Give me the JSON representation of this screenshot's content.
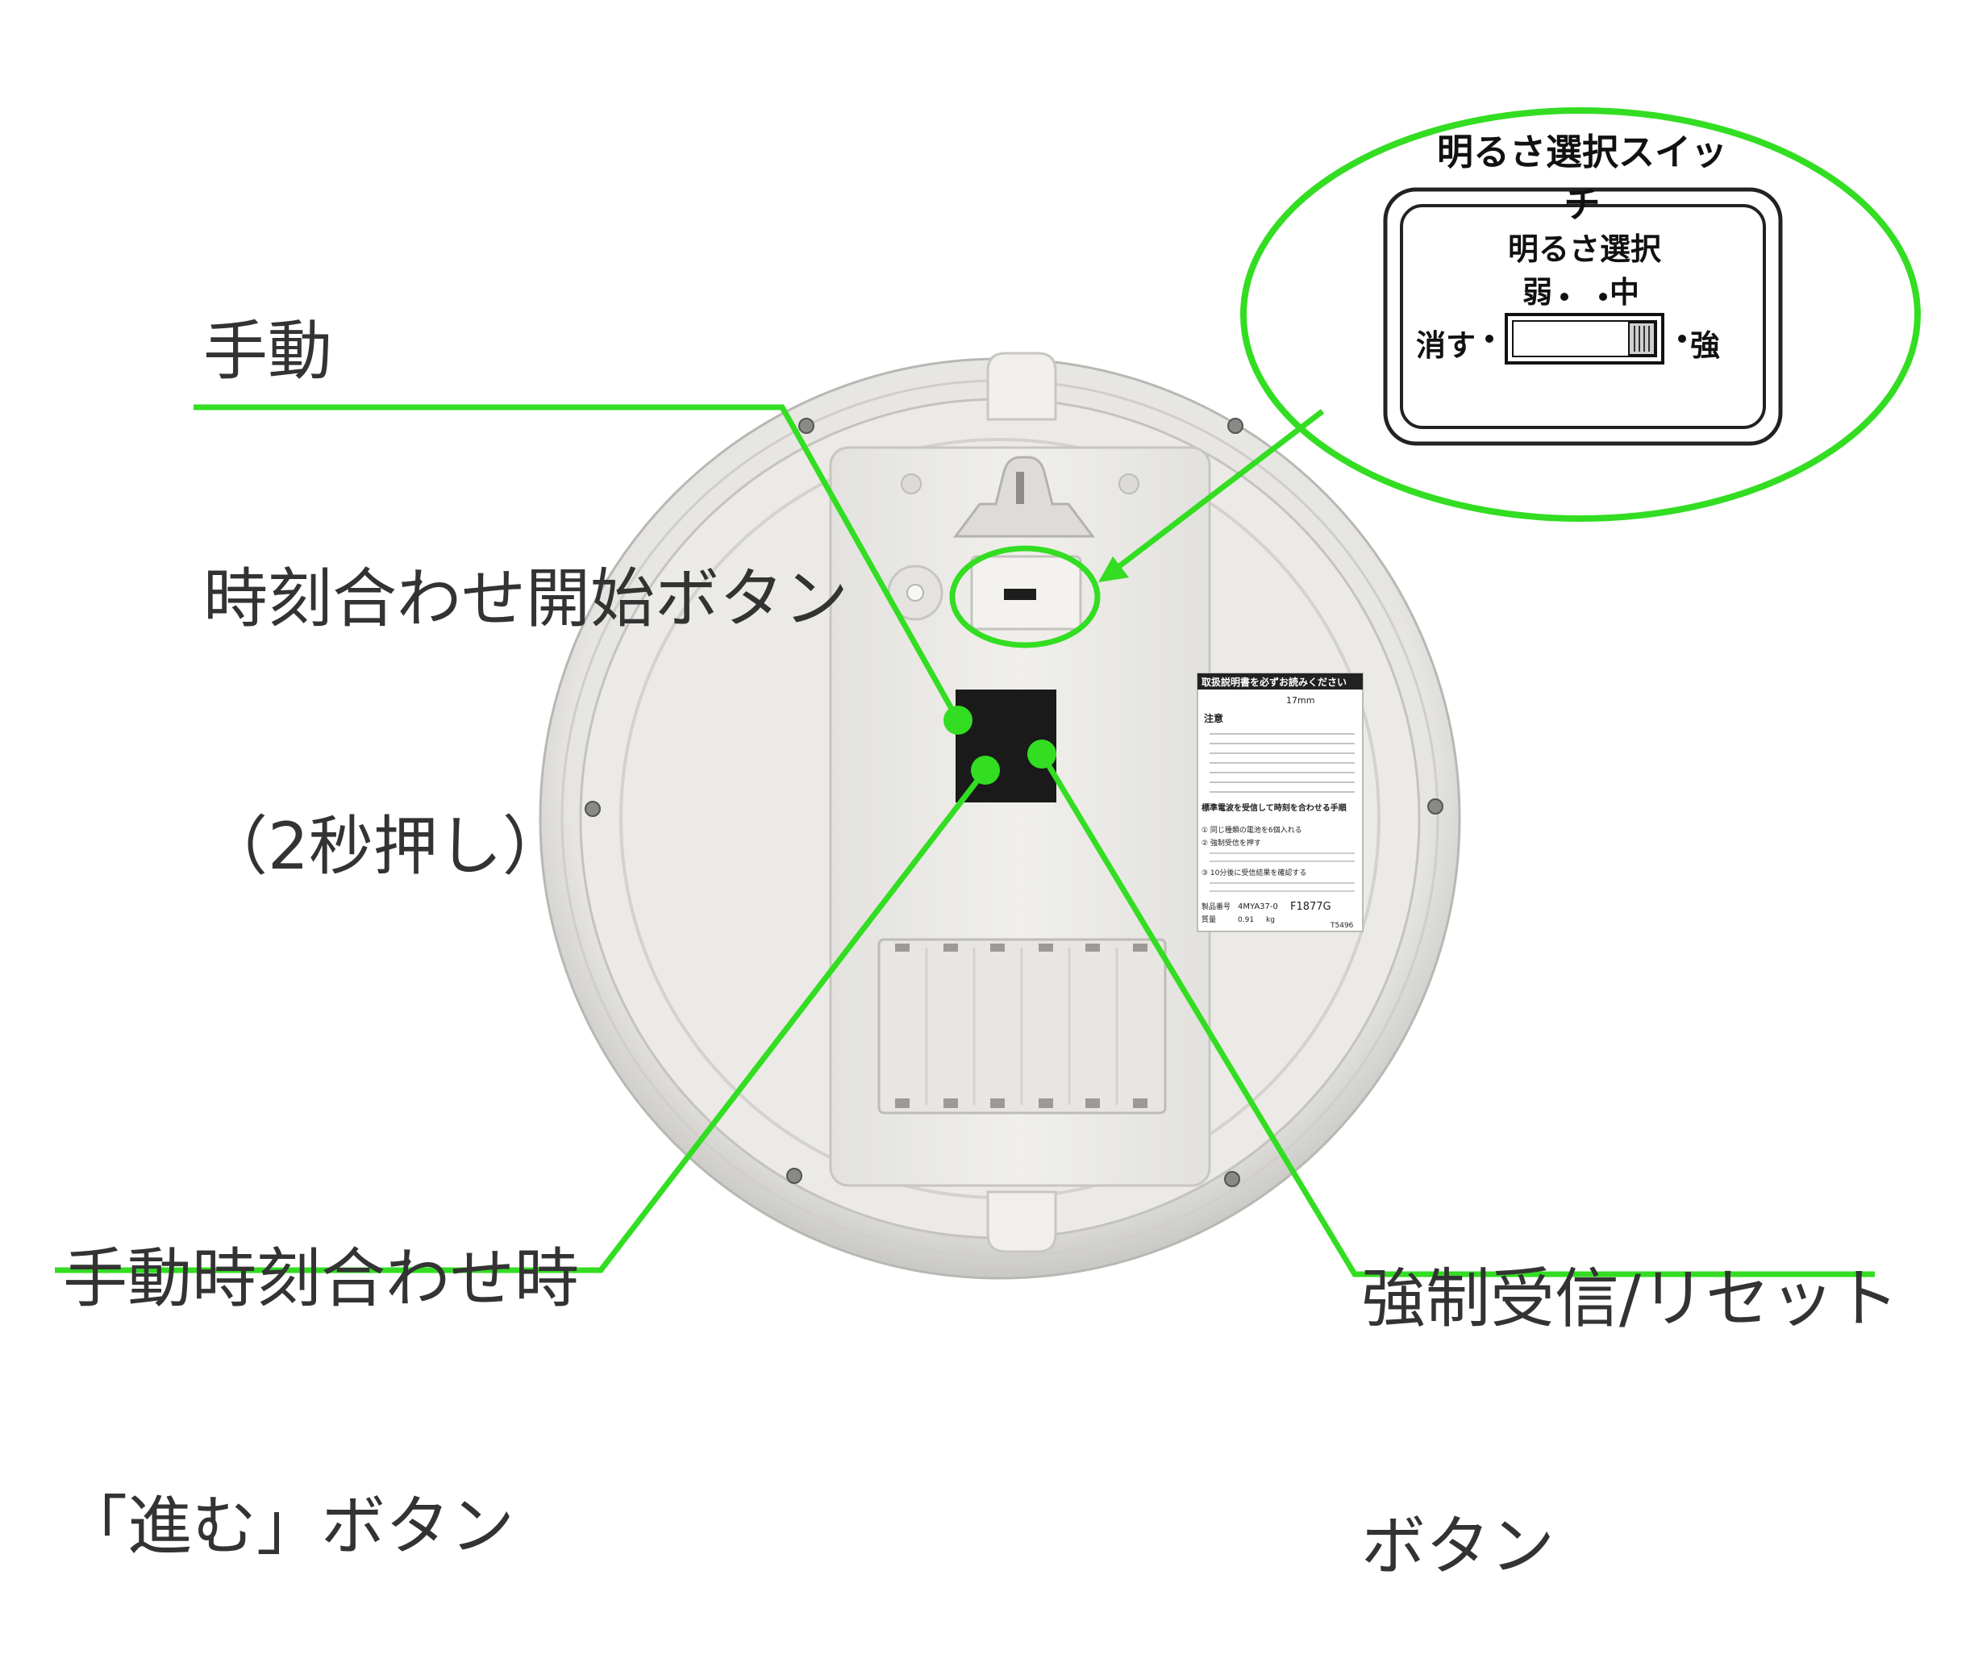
{
  "callouts": {
    "manual_start": [
      "手動",
      "時刻合わせ開始ボタン",
      "（2秒押し）"
    ],
    "advance": [
      "手動時刻合わせ時",
      "「進む」ボタン"
    ],
    "reset": [
      "強制受信/リセット",
      "ボタン"
    ]
  },
  "zoom": {
    "title": "明るさ選択スイッチ",
    "panel_title": "明るさ選択",
    "weak": "弱",
    "mid": "中",
    "off": "消す",
    "strong": "強"
  },
  "sticker": {
    "header": "取扱説明書を必ずお読みください",
    "caution": "注意",
    "screw_size": "17mm",
    "procedure_title": "標準電波を受信して時刻を合わせる手順",
    "step1": "① 同じ種類の電池を6個入れる",
    "step2": "② 強制受信を押す",
    "step3": "③ 10分後に受信結果を確認する",
    "serial_label": "製品番号",
    "serial": "4MYA37-0",
    "lot": "F1877G",
    "weight_label": "質量",
    "weight": "0.91",
    "weight_unit": "kg",
    "code": "T5496"
  },
  "colors": {
    "accent_green": "#33dd22",
    "clock_body": "#e9e8e4",
    "panel": "#eeede9"
  }
}
